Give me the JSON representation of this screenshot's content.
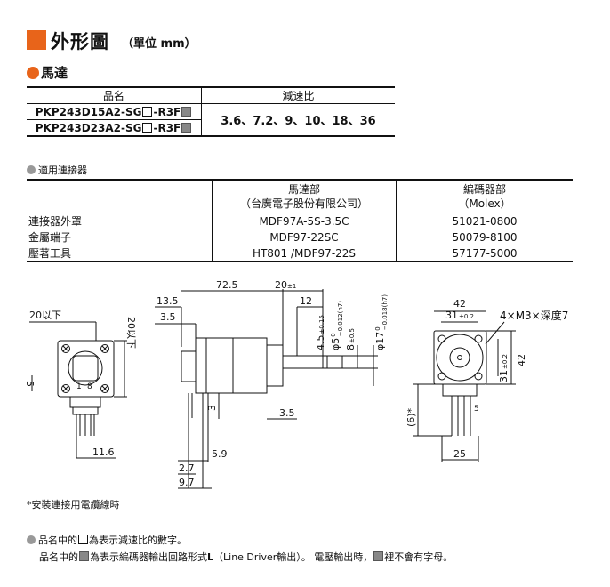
{
  "heading": {
    "title": "外形圖",
    "unit": "（單位 mm）"
  },
  "motor_section": {
    "title": "馬達",
    "table": {
      "col_model": "品名",
      "col_ratio": "減速比",
      "models": [
        {
          "prefix": "PKP243D15A2-SG",
          "mid": "-R3F"
        },
        {
          "prefix": "PKP243D23A2-SG",
          "mid": "-R3F"
        }
      ],
      "ratios": "3.6、7.2、9、10、18、36"
    }
  },
  "connector_section": {
    "title": "適用連接器",
    "headers": {
      "motor_line1": "馬達部",
      "motor_line2": "（台廣電子股份有限公司）",
      "encoder_line1": "編碼器部",
      "encoder_line2": "（Molex）"
    },
    "rows": [
      {
        "name": "連接器外罩",
        "motor": "MDF97A-5S-3.5C",
        "encoder": "51021-0800"
      },
      {
        "name": "金屬端子",
        "motor": "MDF97-22SC",
        "encoder": "50079-8100"
      },
      {
        "name": "壓著工具",
        "motor": "HT801 /MDF97-22S",
        "encoder": "57177-5000"
      }
    ]
  },
  "drawing": {
    "d_20below_h": "20以下",
    "d_20below_v": "20以下",
    "d_5": "5",
    "d_1": "1",
    "d_8": "8",
    "d_11_6": "11.6",
    "d_13_5": "13.5",
    "d_3_5a": "3.5",
    "d_72_5": "72.5",
    "d_20": "20",
    "d_20_tol": "±1",
    "d_12": "12",
    "d_4_5": "4.5",
    "d_4_5_tol": "±0.15",
    "d_phi5": "φ5",
    "d_phi5_tol_top": "0",
    "d_phi5_tol_bot": "−0.012(h7)",
    "d_8v": "8",
    "d_8v_tol": "±0.5",
    "d_phi17": "φ17",
    "d_phi17_tol_top": "0",
    "d_phi17_tol_bot": "−0.018(h7)",
    "d_3": "3",
    "d_3_5b": "3.5",
    "d_5_9": "5.9",
    "d_2_7": "2.7",
    "d_9_7": "9.7",
    "d_42h": "42",
    "d_31h": "31",
    "d_31h_tol": "±0.2",
    "d_screws": "4×M3×深度7",
    "d_31v": "31",
    "d_31v_tol": "±0.2",
    "d_42v": "42",
    "d_6star": "(6)*",
    "d_5r": "5",
    "d_25": "25"
  },
  "footnote": "*安裝連接用電纜線時",
  "notes": {
    "n1_a": "品名中的",
    "n1_b": "為表示減速比的數字。",
    "n2_a": "品名中的",
    "n2_b": "為表示編碼器輸出回路形式",
    "n2_L": "L",
    "n2_c": "（Line Driver輸出）。 電壓輸出時，",
    "n2_d": "裡不會有字母。"
  }
}
